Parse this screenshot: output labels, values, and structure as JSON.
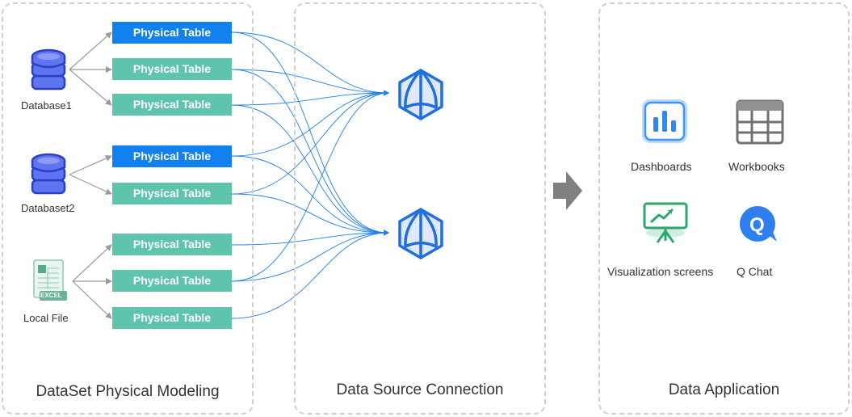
{
  "panels": {
    "modeling": "DataSet Physical Modeling",
    "connection": "Data Source Connection",
    "application": "Data Application"
  },
  "sources": {
    "db1": "Database1",
    "db2": "Databaset2",
    "local": "Local File",
    "excel_badge": "EXCEL"
  },
  "tables": [
    "Physical Table",
    "Physical Table",
    "Physical Table",
    "Physical Table",
    "Physical Table",
    "Physical Table",
    "Physical Table",
    "Physical Table"
  ],
  "apps": {
    "dashboards": "Dashboards",
    "workbooks": "Workbooks",
    "screens": "Visualization screens",
    "qchat": "Q Chat",
    "qchat_glyph": "Q"
  },
  "colors": {
    "highlight_table": "#1181f0",
    "table": "#5ec4ab",
    "link": "#1f7ef0",
    "database": "#4a5ee0"
  }
}
